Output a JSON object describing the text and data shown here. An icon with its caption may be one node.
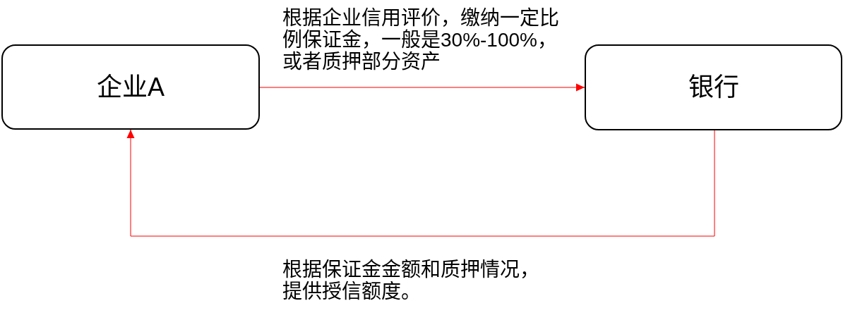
{
  "diagram": {
    "nodes": [
      {
        "text": [
          "企业A"
        ]
      },
      {
        "text": [
          "银行"
        ]
      }
    ],
    "edges": [
      {
        "from": 0,
        "to": 1,
        "arrow": "to",
        "label": "根据企业信用评价，缴纳一定比例保证金，一般是30%-100%，或者质押部分资产"
      },
      {
        "from": 1,
        "to": 0,
        "arrow": "to",
        "label": "根据保证金金额和质押情况，提供授信额度。"
      }
    ]
  }
}
